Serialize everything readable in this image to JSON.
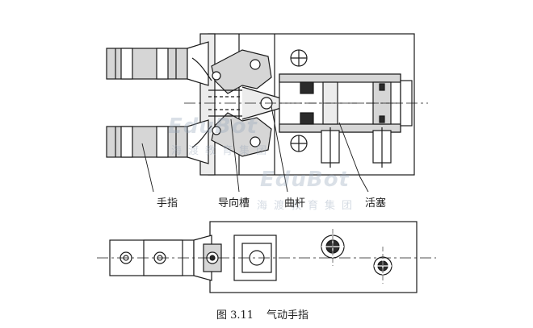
{
  "labels": {
    "finger": "手指",
    "guide_slot": "导向槽",
    "crank": "曲杆",
    "piston": "活塞"
  },
  "caption": {
    "number": "图 3.11",
    "title": "气动手指"
  },
  "watermark": {
    "logo": "EduBot",
    "subtitle": "海渡教育集团"
  },
  "colors": {
    "stroke": "#1a1a1a",
    "gray_fill": "#d6d6d6",
    "light_fill": "#ececec",
    "dark_fill": "#2b2b2b",
    "watermark": "#96a5b9"
  }
}
